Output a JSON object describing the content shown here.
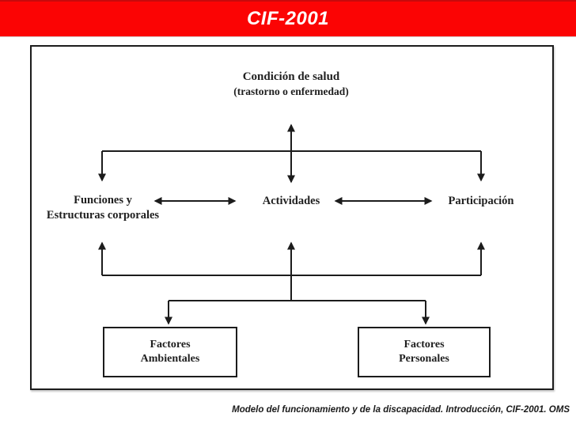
{
  "header": {
    "title": "CIF-2001"
  },
  "diagram": {
    "health_condition": {
      "line1": "Condición de salud",
      "line2": "(trastorno o enfermedad)"
    },
    "body_functions": {
      "line1": "Funciones y",
      "line2": "Estructuras corporales"
    },
    "activities": {
      "label": "Actividades"
    },
    "participation": {
      "label": "Participación"
    },
    "environmental_factors": {
      "line1": "Factores",
      "line2": "Ambientales"
    },
    "personal_factors": {
      "line1": "Factores",
      "line2": "Personales"
    }
  },
  "footer": {
    "caption": "Modelo del funcionamiento y de la discapacidad. Introducción, CIF-2001. OMS"
  },
  "colors": {
    "header_red": "#fb0404",
    "header_red_dark": "#c70a0c",
    "line_color": "#1c1c1c",
    "title_text": "#ffffff",
    "label_text": "#1f1f1f"
  }
}
